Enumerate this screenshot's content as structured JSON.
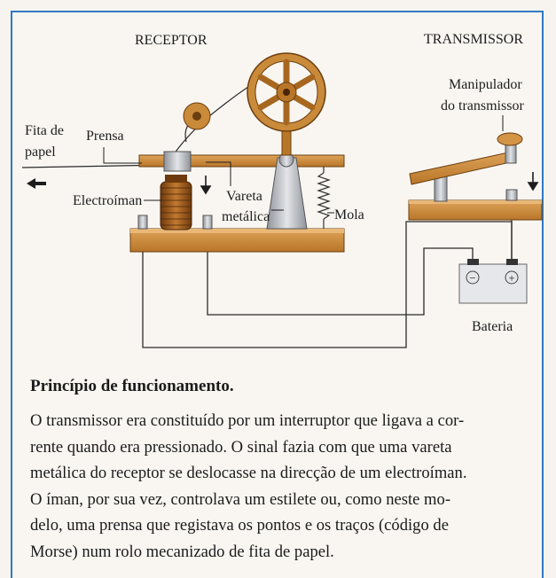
{
  "labels": {
    "receptor": "RECEPTOR",
    "transmissor": "TRANSMISSOR",
    "manipulador_line1": "Manipulador",
    "manipulador_line2": "do transmissor",
    "fita_line1": "Fita de",
    "fita_line2": "papel",
    "prensa": "Prensa",
    "electroiman": "Electroíman",
    "vareta_line1": "Vareta",
    "vareta_line2": "metálica",
    "mola": "Mola",
    "bateria": "Bateria",
    "minus_symbol": "−",
    "plus_symbol": "+"
  },
  "text": {
    "heading": "Princípio de funcionamento.",
    "lines": [
      "O transmissor era constituído por um interruptor que ligava a cor-",
      "rente quando era pressionado. O sinal fazia com que uma vareta",
      "metálica do receptor se deslocasse na direcção de um electroíman.",
      "O íman, por sua vez, controlava um estilete ou, como neste mo-",
      "delo, uma prensa que registava os pontos e os traços (código de",
      "Morse) num rolo mecanizado de fita de papel."
    ]
  },
  "colors": {
    "frame": "#2f79c4",
    "wood": "#c98a3a",
    "wood_dark": "#8a5216",
    "metal": "#b9bcc2",
    "coil": "#9a5a1c"
  }
}
